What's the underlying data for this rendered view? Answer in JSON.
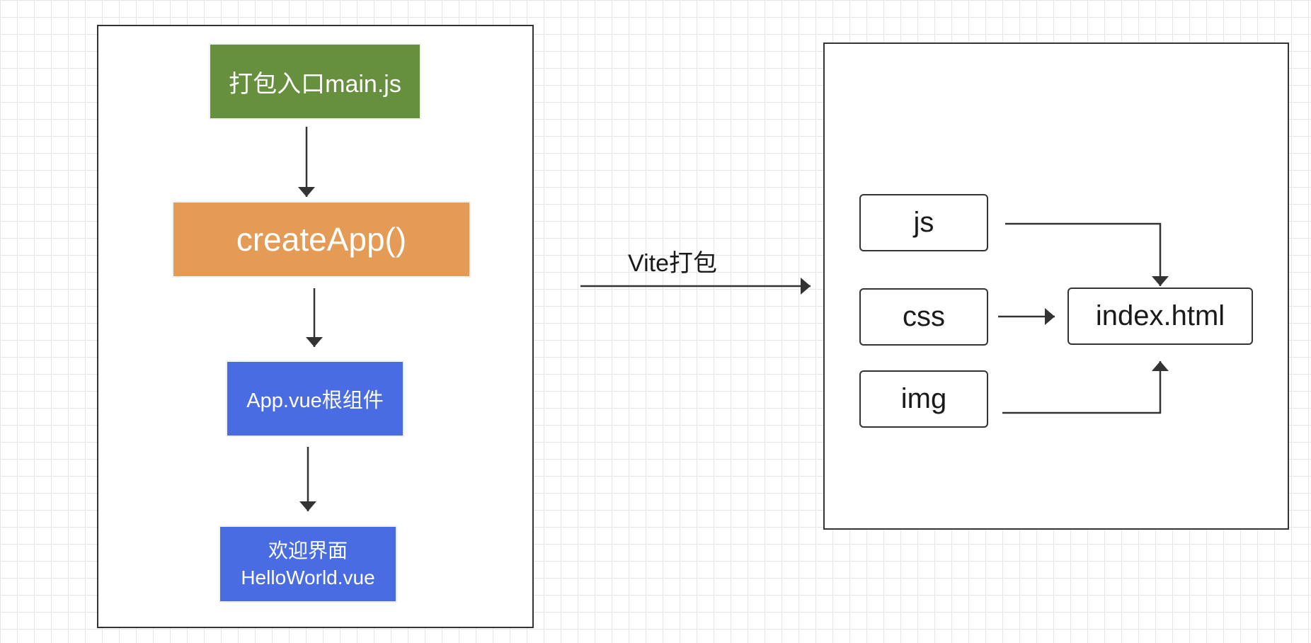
{
  "colors": {
    "entry": "#66903e",
    "create_app": "#e39b56",
    "root_component": "#4a6ce3",
    "welcome": "#4a6ce3",
    "line": "#333333"
  },
  "flow": {
    "entry_label": "打包入口main.js",
    "create_app_label": "createApp()",
    "root_component_label": "App.vue根组件",
    "welcome_line1": "欢迎界面",
    "welcome_line2": "HelloWorld.vue"
  },
  "bundle_edge_label": "Vite打包",
  "output": {
    "js_label": "js",
    "css_label": "css",
    "img_label": "img",
    "index_label": "index.html"
  }
}
